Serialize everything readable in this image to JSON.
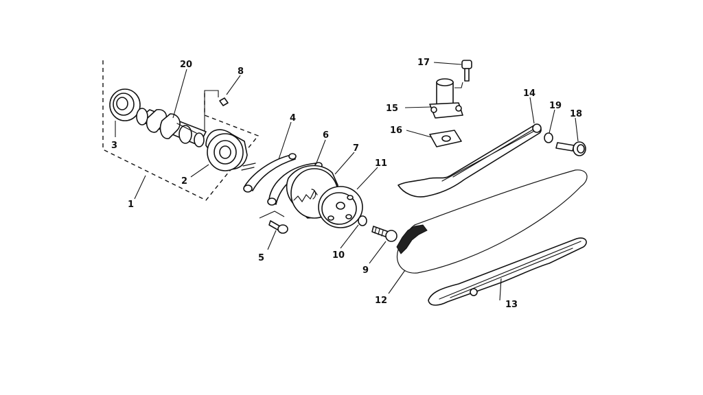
{
  "diagram": {
    "callouts": {
      "c1": "1",
      "c2": "2",
      "c3": "3",
      "c4": "4",
      "c5": "5",
      "c6": "6",
      "c7": "7",
      "c8": "8",
      "c9": "9",
      "c10": "10",
      "c11": "11",
      "c12": "12",
      "c13": "13",
      "c14": "14",
      "c15": "15",
      "c16": "16",
      "c17": "17",
      "c18": "18",
      "c19": "19",
      "c20": "20"
    },
    "line_color": "#111111",
    "background": "#ffffff"
  }
}
